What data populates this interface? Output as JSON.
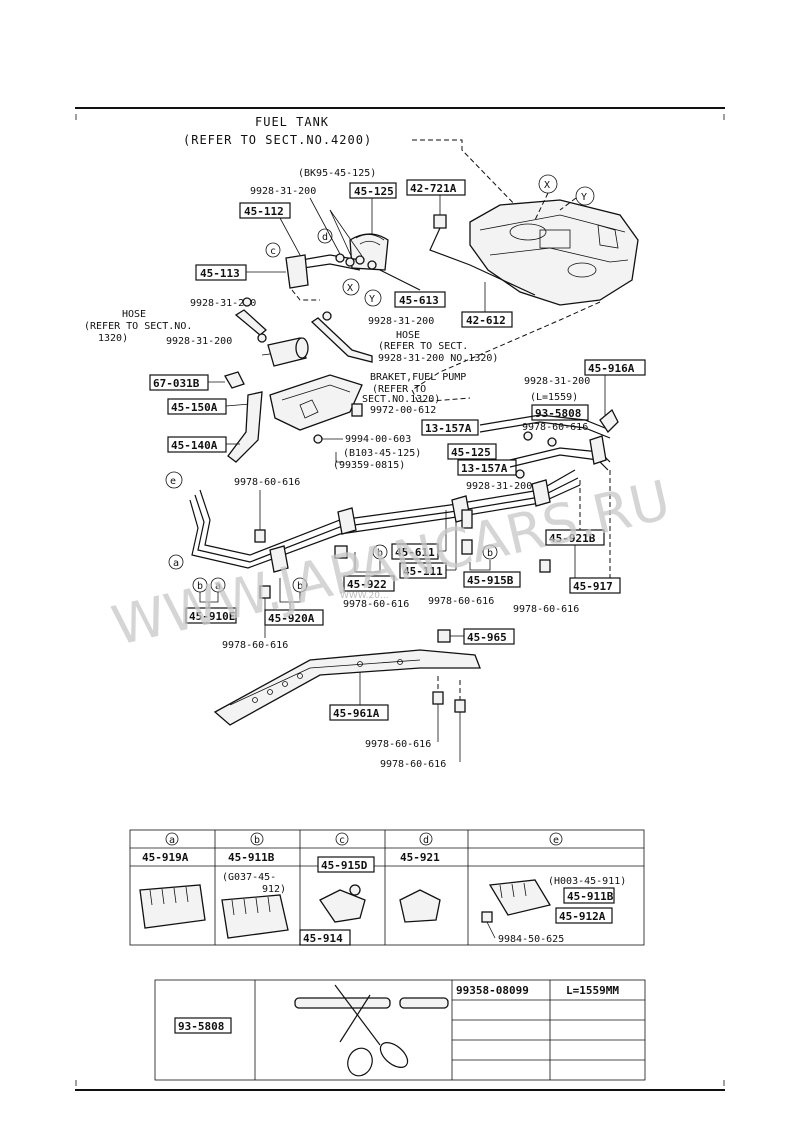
{
  "header": {
    "fuel_tank_title": "FUEL TANK",
    "fuel_tank_ref": "(REFER TO SECT.NO.4200)"
  },
  "circle_markers": {
    "X": "X",
    "Y": "Y",
    "a": "a",
    "b": "b",
    "c": "c",
    "d": "d",
    "e": "e"
  },
  "callouts": {
    "bk95": "(BK95-45-125)",
    "p9928_top": "9928-31-200",
    "p45_125_top": "45-125",
    "p42_721A": "42-721A",
    "p45_112": "45-112",
    "p45_113": "45-113",
    "p45_613": "45-613",
    "p42_612": "42-612",
    "p9928_left1": "9928-31-200",
    "hose_left_1": "HOSE",
    "hose_left_2": "(REFER TO SECT.NO.",
    "hose_left_3": "1320)",
    "p9928_left2": "9928-31-200",
    "p9928_mid1": "9928-31-200",
    "hose_mid_1": "HOSE",
    "hose_mid_2": "(REFER TO SECT.",
    "hose_mid_3": "9928-31-200  NO.1320)",
    "p67_031B": "67-031B",
    "p45_150A": "45-150A",
    "p45_140A": "45-140A",
    "bracket_1": "BRAKET,FUEL PUMP",
    "bracket_2": "(REFER TO",
    "bracket_3": "SECT.NO.1320)",
    "p9972": "9972-00-612",
    "p9994": "9994-00-603",
    "b103": "(B103-45-125)",
    "p99359": "(99359-0815)",
    "p9928_right1": "9928-31-200",
    "p45_916A": "45-916A",
    "l1559": "(L=1559)",
    "p93_5808": "93-5808",
    "p13_157A_1": "13-157A",
    "p9978_right1": "9978-60-616",
    "p45_125_mid": "45-125",
    "p13_157A_2": "13-157A",
    "p9928_right2": "9928-31-200",
    "p9978_left1": "9978-60-616",
    "p45_611": "45-611",
    "p45_111": "45-111",
    "p45_922": "45-922",
    "p45_915B": "45-915B",
    "p45_921B": "45-921B",
    "p45_917": "45-917",
    "p45_910E": "45-910E",
    "p45_920A": "45-920A",
    "p9978_b1": "9978-60-616",
    "p9978_b2": "9978-60-616",
    "p9978_b3": "9978-60-616",
    "p9978_b4": "9978-60-616",
    "p45_965": "45-965",
    "p45_961A": "45-961A",
    "p9978_b5": "9978-60-616",
    "p9978_b6": "9978-60-616"
  },
  "legend_table": {
    "columns": [
      {
        "marker": "a",
        "part": "45-919A"
      },
      {
        "marker": "b",
        "part": "45-911B",
        "extra": "(G037-45-",
        "extra2": "912)"
      },
      {
        "marker": "c",
        "part": "",
        "sub1": "45-915D",
        "sub2": "45-914"
      },
      {
        "marker": "d",
        "part": "45-921"
      },
      {
        "marker": "e",
        "part": "",
        "sub1": "(H003-45-911)",
        "sub2": "45-911B",
        "sub3": "45-912A",
        "sub4": "9984-50-625"
      }
    ]
  },
  "cut_table": {
    "part": "93-5808",
    "tool_part": "99358-08099",
    "length": "L=1559MM"
  },
  "watermark": {
    "text": "WWW.JAPANCARS.RU",
    "small": "WWW.20..."
  }
}
